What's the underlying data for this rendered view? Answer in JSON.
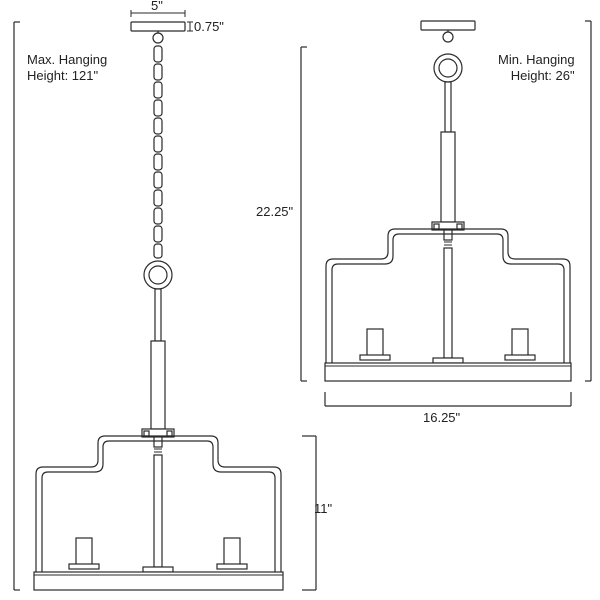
{
  "labels": {
    "canopy_width": "5\"",
    "canopy_height": "0.75\"",
    "max_hanging_line1": "Max. Hanging",
    "max_hanging_line2": "Height: 121\"",
    "min_hanging_line1": "Min. Hanging",
    "min_hanging_line2": "Height: 26\"",
    "min_height": "22.25\"",
    "width": "16.25\"",
    "body_height": "11\""
  },
  "colors": {
    "line": "#2a2a2a",
    "background": "#ffffff"
  }
}
